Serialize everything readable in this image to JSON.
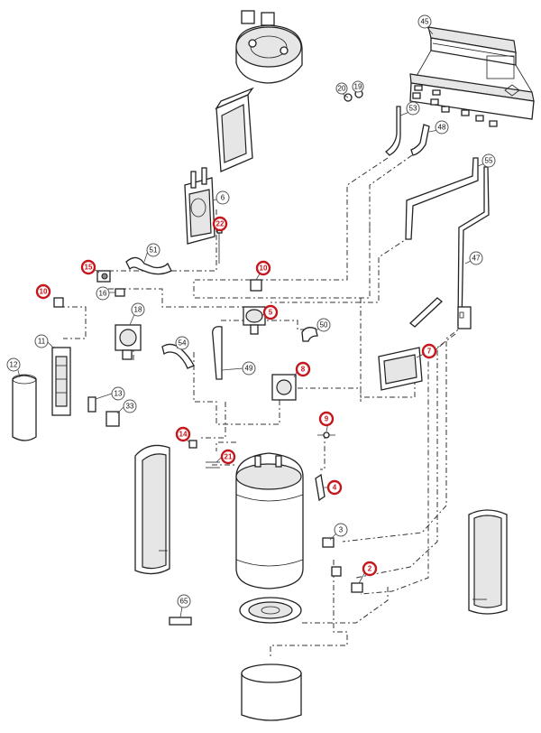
{
  "diagram": {
    "callouts": [
      {
        "id": "c45",
        "label": "45",
        "highlight": false
      },
      {
        "id": "c20",
        "label": "20",
        "highlight": false
      },
      {
        "id": "c19",
        "label": "19",
        "highlight": false
      },
      {
        "id": "c53",
        "label": "53",
        "highlight": false
      },
      {
        "id": "c48",
        "label": "48",
        "highlight": false
      },
      {
        "id": "c55",
        "label": "55",
        "highlight": false
      },
      {
        "id": "c6",
        "label": "6",
        "highlight": false
      },
      {
        "id": "c22",
        "label": "22",
        "highlight": true
      },
      {
        "id": "c51",
        "label": "51",
        "highlight": false
      },
      {
        "id": "c15",
        "label": "15",
        "highlight": true
      },
      {
        "id": "c16",
        "label": "16",
        "highlight": false
      },
      {
        "id": "c10a",
        "label": "10",
        "highlight": true
      },
      {
        "id": "c10b",
        "label": "10",
        "highlight": true
      },
      {
        "id": "c47",
        "label": "47",
        "highlight": false
      },
      {
        "id": "c18",
        "label": "18",
        "highlight": false
      },
      {
        "id": "c5",
        "label": "5",
        "highlight": true
      },
      {
        "id": "c50",
        "label": "50",
        "highlight": false
      },
      {
        "id": "c11",
        "label": "11",
        "highlight": false
      },
      {
        "id": "c54",
        "label": "54",
        "highlight": false
      },
      {
        "id": "c7",
        "label": "7",
        "highlight": true
      },
      {
        "id": "c12",
        "label": "12",
        "highlight": false
      },
      {
        "id": "c49",
        "label": "49",
        "highlight": false
      },
      {
        "id": "c8",
        "label": "8",
        "highlight": true
      },
      {
        "id": "c13",
        "label": "13",
        "highlight": false
      },
      {
        "id": "c33",
        "label": "33",
        "highlight": false
      },
      {
        "id": "c9",
        "label": "9",
        "highlight": true
      },
      {
        "id": "c14",
        "label": "14",
        "highlight": true
      },
      {
        "id": "c21",
        "label": "21",
        "highlight": true
      },
      {
        "id": "c4",
        "label": "4",
        "highlight": true
      },
      {
        "id": "c3",
        "label": "3",
        "highlight": false
      },
      {
        "id": "c2",
        "label": "2",
        "highlight": true
      },
      {
        "id": "c65",
        "label": "65",
        "highlight": false
      }
    ],
    "colors": {
      "highlight": "#c4161c",
      "line": "#222222"
    }
  }
}
